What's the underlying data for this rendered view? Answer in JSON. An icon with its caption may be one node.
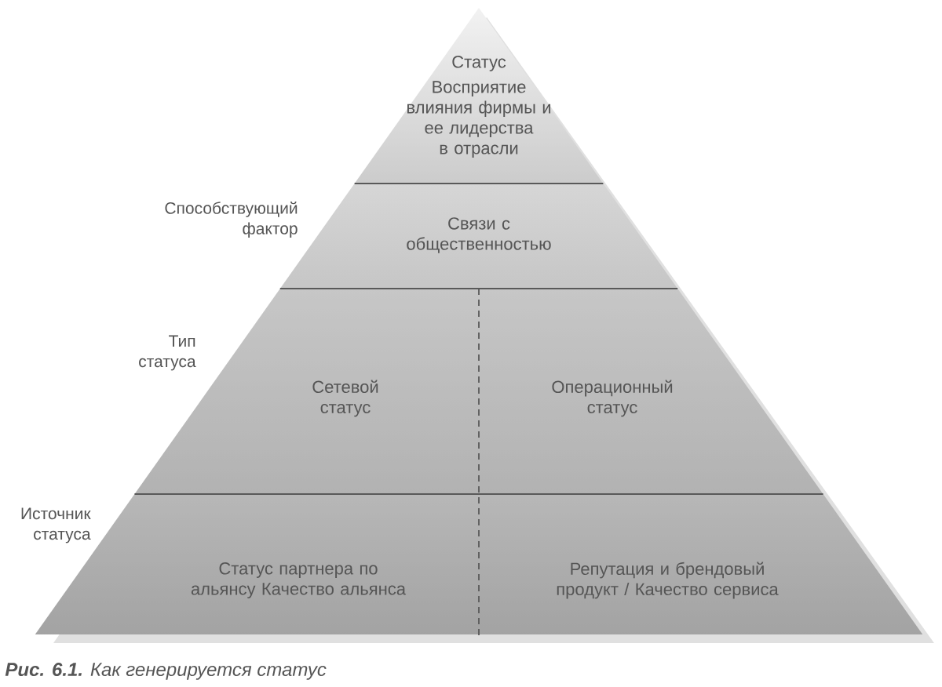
{
  "diagram": {
    "caption": "**Рис. 6.1.** Как генерируется статус",
    "nodes": [
      {
        "text": [
          "Статус",
          "Восприятие влияния фирмы и ее лидерства в отрасли"
        ]
      },
      {
        "text": [
          "Связи с общественностью"
        ]
      },
      {
        "text": [
          "Сетевой статус"
        ]
      },
      {
        "text": [
          "Операционный статус"
        ]
      },
      {
        "text": [
          "Статус партнера по альянсу Качество альянса"
        ]
      },
      {
        "text": [
          "Репутация и брендовый продукт / Качество сервиса"
        ]
      }
    ],
    "labels": [
      "Способствующий фактор",
      "Тип статуса",
      "Источник статуса"
    ]
  }
}
